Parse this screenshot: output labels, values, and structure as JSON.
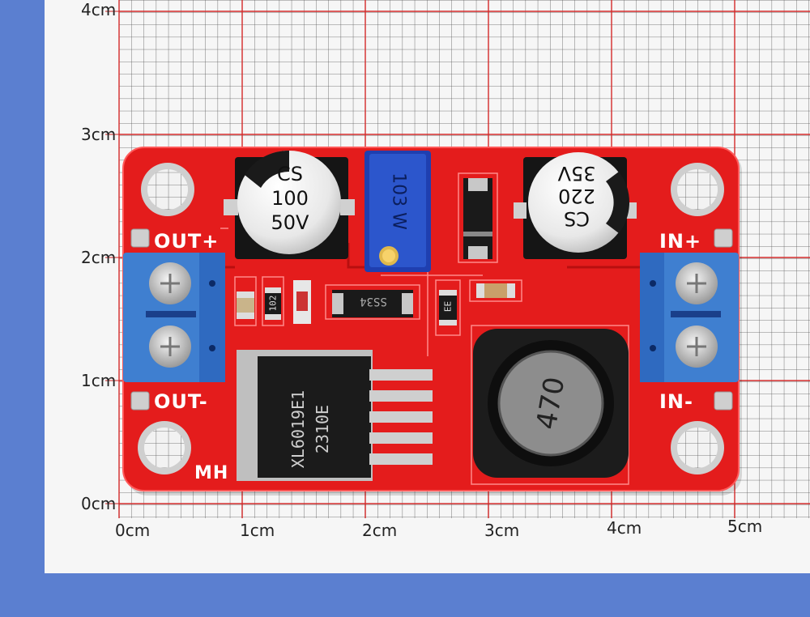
{
  "ruler": {
    "y_labels": [
      "4cm",
      "3cm",
      "2cm",
      "1cm",
      "0cm"
    ],
    "x_labels": [
      "0cm",
      "1cm",
      "2cm",
      "3cm",
      "4cm",
      "5cm"
    ]
  },
  "board": {
    "out_plus": "OUT+",
    "out_minus": "OUT-",
    "in_plus": "IN+",
    "in_minus": "IN-",
    "mh_label": "MH"
  },
  "cap_left": {
    "line1": "CS",
    "line2": "100",
    "line3": "50V"
  },
  "cap_right": {
    "line1": "CS",
    "line2": "220",
    "line3": "35V"
  },
  "trimpot": {
    "label": "103 W"
  },
  "ic": {
    "line1": "XL6019E1",
    "line2": "2310E"
  },
  "inductor": {
    "label": "470"
  },
  "diode": {
    "label": "SS34"
  },
  "resistor1": {
    "label": "102"
  },
  "resistor2": {
    "label": "EE"
  },
  "colors": {
    "pcb": "#e41c1c",
    "terminal": "#4a86d0",
    "background": "#5b7fd0",
    "grid": "#d42a2a"
  }
}
